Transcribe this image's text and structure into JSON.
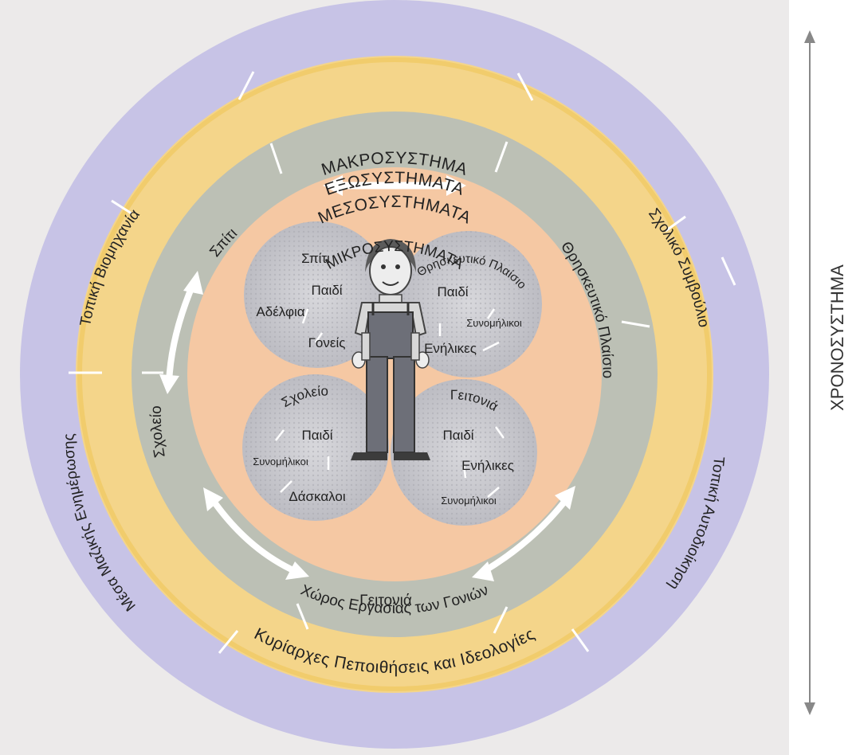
{
  "rings": {
    "macro": {
      "title": "ΜΑΚΡΟΣΥΣΤΗΜΑ",
      "bottom": "Κυρίαρχες Πεποιθήσεις και Ιδεολογίες",
      "color": "#c7c3e6"
    },
    "exo": {
      "title": "ΕΞΩΣΥΣΤΗΜΑΤΑ",
      "left": "Τοπική Βιομηχανία",
      "right": "Σχολικό Συμβούλιο",
      "lower_left": "Μέσα Μαζικής Ενημέρωσης",
      "lower_right": "Τοπική Αυτοδιοίκηση",
      "bottom": "Χώρος Εργασίας των Γονιών",
      "color": "#f4d58a"
    },
    "meso": {
      "title": "ΜΕΣΟΣΥΣΤΗΜΑΤΑ",
      "upper_left": "Σπίτι",
      "right": "Θρησκευτικό Πλαίσιο",
      "left": "Σχολείο",
      "bottom": "Γειτονιά",
      "color": "#bcc0b5"
    },
    "micro": {
      "title": "ΜΙΚΡΟΣΥΣΤΗΜΑΤΑ",
      "color": "#f5c8a3"
    }
  },
  "petals": {
    "top_left": {
      "title": "Σπίτι",
      "items": [
        "Παιδί",
        "Αδέλφια",
        "Γονείς"
      ]
    },
    "top_right": {
      "title": "Θρησκευτικό Πλαίσιο",
      "items": [
        "Παιδί",
        "Συνομήλικοι",
        "Ενήλικες"
      ]
    },
    "bottom_left": {
      "title": "Σχολείο",
      "items": [
        "Παιδί",
        "Συνομήλικοι",
        "Δάσκαλοι"
      ]
    },
    "bottom_right": {
      "title": "Γειτονιά",
      "items": [
        "Παιδί",
        "Ενήλικες",
        "Συνομήλικοι"
      ]
    }
  },
  "chrono": {
    "label": "ΧΡΟΝΟΣΥΣΤΗΜΑ"
  }
}
